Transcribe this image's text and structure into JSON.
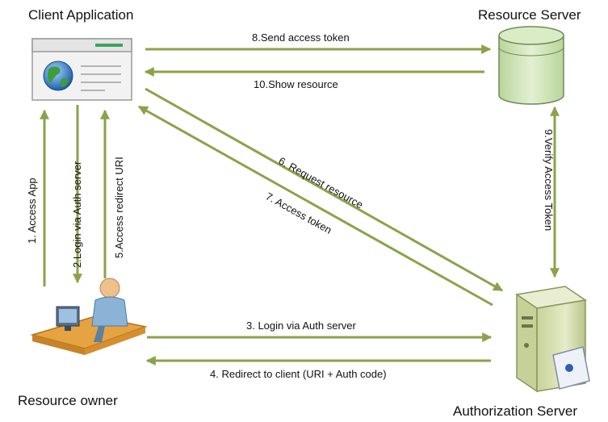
{
  "nodes": {
    "client_app": {
      "label": "Client Application"
    },
    "resource_server": {
      "label": "Resource Server"
    },
    "resource_owner": {
      "label": "Resource owner"
    },
    "auth_server": {
      "label": "Authorization Server"
    }
  },
  "edges": {
    "e1": {
      "label": "1. Access App"
    },
    "e2": {
      "label": "2.Login via Auth server"
    },
    "e3": {
      "label": "3. Login via Auth server"
    },
    "e4": {
      "label": "4. Redirect to client (URI + Auth code)"
    },
    "e5": {
      "label": "5.Access redirect URI"
    },
    "e6": {
      "label": "6. Request resource"
    },
    "e7": {
      "label": "7. Access token"
    },
    "e8": {
      "label": "8.Send access token"
    },
    "e9": {
      "label": "9.Verify Access Token"
    },
    "e10": {
      "label": "10.Show resource"
    }
  },
  "colors": {
    "arrow": "#8aa34a",
    "db": "#cfe3b8",
    "server": "#d6dfb0",
    "desk": "#e6a341",
    "person": "#8bb3d6"
  }
}
